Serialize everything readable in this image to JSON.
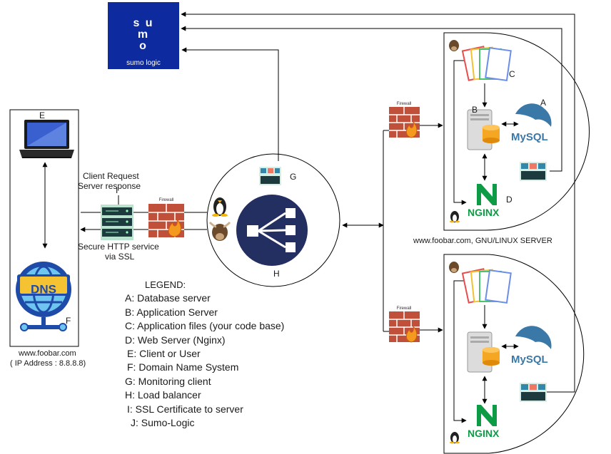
{
  "sumo": {
    "grid_top": "s u",
    "grid_bottom": "m o",
    "name": "sumo logic"
  },
  "labels": {
    "A_top": "A",
    "B_top": "B",
    "C_top": "C",
    "D_top": "D",
    "E": "E",
    "F": "F",
    "G": "G",
    "H": "H",
    "I": "I"
  },
  "client_request": "Client Request",
  "server_response": "Server response",
  "secure_http_1": "Secure HTTP service",
  "secure_http_2": "via SSL",
  "client_site": "www.foobar.com",
  "client_ip": "( IP Address : 8.8.8.8)",
  "server_site": "www.foobar.com, GNU/LINUX SERVER",
  "firewall_badge": "Firewall",
  "dns_text": "DNS",
  "mysql_text": "MySQL",
  "nginx_text": "NGINX",
  "legend": {
    "title": "LEGEND:",
    "items": [
      "A: Database server",
      "B: Application Server",
      "C: Application files (your code base)",
      "D: Web Server (Nginx)",
      "E: Client or User",
      "F: Domain Name System",
      "G: Monitoring client",
      "H: Load balancer",
      "I: SSL  Certificate to server",
      "J: Sumo-Logic"
    ]
  },
  "colors": {
    "sumo_blue": "#0d2a9e",
    "lb_navy": "#232e61",
    "dns_blue": "#1e4aa8",
    "firewall_brick": "#c0503a",
    "nginx_green": "#0e9b45",
    "mysql_blue": "#3a78a8"
  }
}
